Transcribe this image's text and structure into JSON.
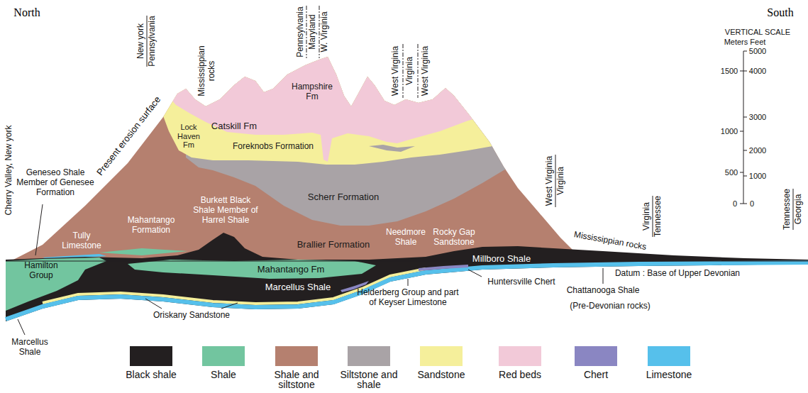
{
  "diagram": {
    "nodes": [
      {
        "text": [
          "Catskill Fm"
        ]
      },
      {
        "text": [
          "Hampshire Fm"
        ]
      },
      {
        "text": [
          "Lock Haven Fm"
        ]
      },
      {
        "text": [
          "Foreknobs Formation"
        ]
      },
      {
        "text": [
          "Scherr Formation"
        ]
      },
      {
        "text": [
          "Brallier Formation"
        ]
      },
      {
        "text": [
          "Hamilton Group"
        ]
      },
      {
        "text": [
          "Mahantango Fm"
        ]
      },
      {
        "text": [
          "Marcellus Shale"
        ]
      },
      {
        "text": [
          "Millboro Shale"
        ]
      }
    ],
    "labels": [
      "North",
      "South",
      "New york",
      "Pennsylvania",
      "Mississippian rocks",
      "Pennsylvania",
      "Maryland",
      "W. Virginia",
      "West Virginia",
      "Virginia",
      "West Virginia",
      "Cherry Valley, New york",
      "Present erosion surface",
      "Geneseo Shale Member of Genesee Formation",
      "Tully Limestone",
      "Mahantango Formation",
      "Burkett Black Shale Member of Harrel Shale",
      "Needmore Shale",
      "Rocky Gap Sandstone",
      "Oriskany Sandstone",
      "Marcellus Shale",
      "Helderberg Group and part of Keyser Limestone",
      "Huntersville Chert",
      "West Virginia",
      "Virginia",
      "Mississippian rocks",
      "Virginia",
      "Tennessee",
      "Tennessee",
      "Georgia",
      "Datum : Base of Upper Devonian",
      "Chattanooga Shale",
      "(Pre-Devonian rocks)",
      "VERTICAL SCALE",
      "Meters Feet",
      "1500",
      "1000",
      "500",
      "0",
      "5000",
      "4000",
      "3000",
      "2000",
      "1000",
      "0"
    ],
    "legend": [
      {
        "text": "Black shale",
        "color": "#231f20"
      },
      {
        "text": "Shale",
        "color": "#72c59f"
      },
      {
        "text": "Shale and siltstone",
        "color": "#b5806f"
      },
      {
        "text": "Siltstone and shale",
        "color": "#a9a3a6"
      },
      {
        "text": "Sandstone",
        "color": "#f5ef9b"
      },
      {
        "text": "Red beds",
        "color": "#f2c9d8"
      },
      {
        "text": "Chert",
        "color": "#8a86c2"
      },
      {
        "text": "Limestone",
        "color": "#56c0eb"
      }
    ]
  }
}
